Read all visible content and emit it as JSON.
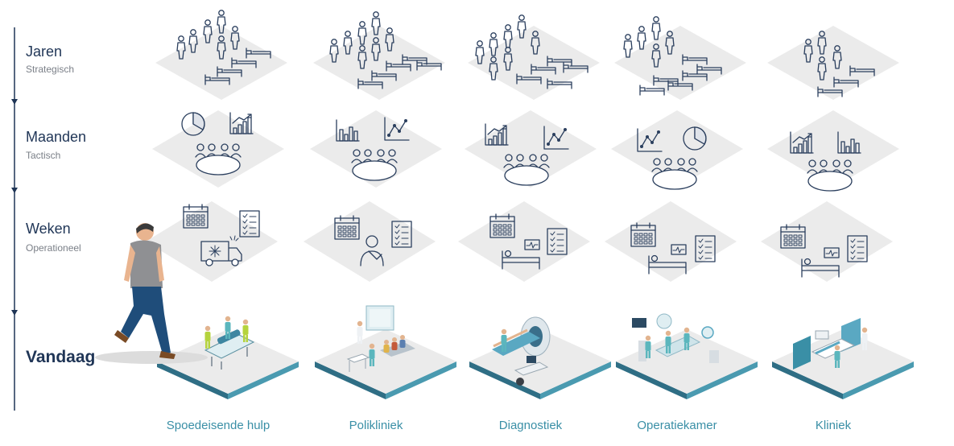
{
  "timeline": {
    "rows": [
      {
        "title": "Jaren",
        "subtitle": "Strategisch"
      },
      {
        "title": "Maanden",
        "subtitle": "Tactisch"
      },
      {
        "title": "Weken",
        "subtitle": "Operationeel"
      },
      {
        "title": "Vandaag",
        "subtitle": ""
      }
    ]
  },
  "departments": [
    {
      "label": "Spoedeisende hulp"
    },
    {
      "label": "Polikliniek"
    },
    {
      "label": "Diagnostiek"
    },
    {
      "label": "Operatiekamer"
    },
    {
      "label": "Kliniek"
    }
  ],
  "colors": {
    "navy": "#1f3556",
    "teal": "#3a8fa6",
    "tile": "#ebebeb",
    "icon_stroke": "#2b3f5e",
    "scrub": "#5bb6bd"
  }
}
